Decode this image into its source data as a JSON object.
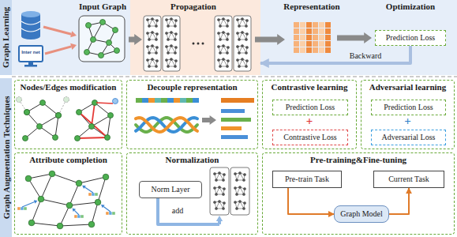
{
  "diagram": {
    "nodes": [
      {
        "text": [
          "Graph Learning"
        ]
      },
      {
        "text": [
          "Input Graph"
        ]
      },
      {
        "text": [
          "Propagation"
        ]
      },
      {
        "text": [
          "Representation",
          "Optimization"
        ]
      },
      {
        "text": [
          "Prediction Loss"
        ],
        "in": 3
      },
      {
        "text": [
          "Graph Augmentation Techniques"
        ]
      },
      {
        "text": [
          "Nodes/Edges modification"
        ]
      },
      {
        "text": [
          "Decouple representation"
        ]
      },
      {
        "text": [
          "Contrastive learning"
        ]
      },
      {
        "text": [
          "Prediction Loss"
        ],
        "in": 8
      },
      {
        "text": [
          "Contrastive Loss"
        ],
        "in": 8
      },
      {
        "text": [
          "Adversarial learning"
        ]
      },
      {
        "text": [
          "Prediction Loss"
        ],
        "in": 11
      },
      {
        "text": [
          "Adversarial Loss"
        ],
        "in": 11
      },
      {
        "text": [
          "Attribute completion"
        ]
      },
      {
        "text": [
          "Normalization"
        ]
      },
      {
        "text": [
          "Norm Layer"
        ],
        "in": 15
      },
      {
        "text": [
          "Pre-training&Fine-tuning"
        ]
      },
      {
        "text": [
          "Pre-train Task"
        ],
        "in": 17
      },
      {
        "text": [
          "Current Task"
        ],
        "in": 17
      },
      {
        "text": [
          "Graph Model"
        ],
        "in": 17
      }
    ],
    "edges": [
      {
        "from": 4,
        "to": 2,
        "label": "Backward",
        "arrow": "to"
      },
      {
        "from": 18,
        "to": 20,
        "arrow": "to"
      },
      {
        "from": 20,
        "to": 19,
        "arrow": "to"
      }
    ],
    "labels": [
      "Inter net",
      "+",
      "+",
      "add"
    ]
  }
}
